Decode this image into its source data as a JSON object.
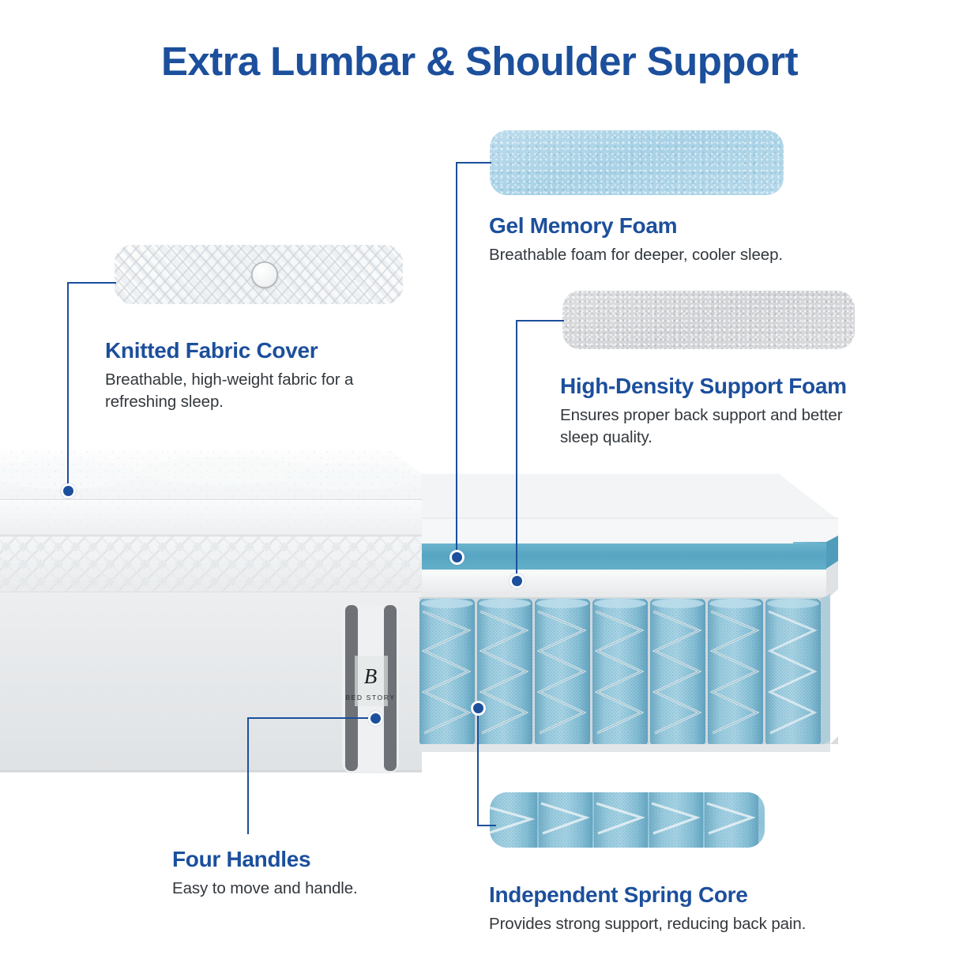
{
  "page": {
    "title": "Extra Lumbar & Shoulder Support",
    "brand": "BED STORY",
    "brand_monogram": "B",
    "accent_color": "#1c4f9c",
    "body_text_color": "#33383d",
    "background_color": "#ffffff"
  },
  "callouts": [
    {
      "id": "knitted-fabric-cover",
      "title": "Knitted Fabric Cover",
      "description_line1": "Breathable, high-weight fabric for a",
      "description_line2": "refreshing sleep.",
      "swatch": {
        "name": "knitted-fabric-swatch",
        "color": "#f6f7f8",
        "texture": "quilted-diamond-knit"
      }
    },
    {
      "id": "gel-memory-foam",
      "title": "Gel Memory Foam",
      "description_line1": "Breathable foam for deeper, cooler sleep.",
      "description_line2": "",
      "swatch": {
        "name": "gel-memory-foam-swatch",
        "color": "#a9d2e6",
        "texture": "open-cell-foam"
      }
    },
    {
      "id": "high-density-support-foam",
      "title": "High-Density Support Foam",
      "description_line1": "Ensures proper back support and better",
      "description_line2": "sleep quality.",
      "swatch": {
        "name": "high-density-foam-swatch",
        "color": "#d4d6d8",
        "texture": "dense-foam"
      }
    },
    {
      "id": "four-handles",
      "title": "Four Handles",
      "description_line1": "Easy to move and handle.",
      "description_line2": "",
      "swatch": null
    },
    {
      "id": "independent-spring-core",
      "title": "Independent Spring Core",
      "description_line1": "Provides strong support, reducing back pain.",
      "description_line2": "",
      "swatch": {
        "name": "spring-core-swatch",
        "color": "#8dc2d8",
        "texture": "pocketed-coils"
      }
    }
  ],
  "product_image": {
    "name": "mattress-cutaway-illustration",
    "layers": [
      {
        "name": "quilted-pillow-top",
        "color": "#f4f6f7"
      },
      {
        "name": "gel-memory-foam-layer",
        "color": "#5ba8c4"
      },
      {
        "name": "support-foam-layer",
        "color": "#e6e8ea"
      },
      {
        "name": "pocket-coil-layer",
        "color": "#8cc3d9"
      }
    ],
    "handle": {
      "name": "side-carry-handle",
      "strap_color": "#6e7276",
      "panel_color": "#eceeef"
    }
  }
}
